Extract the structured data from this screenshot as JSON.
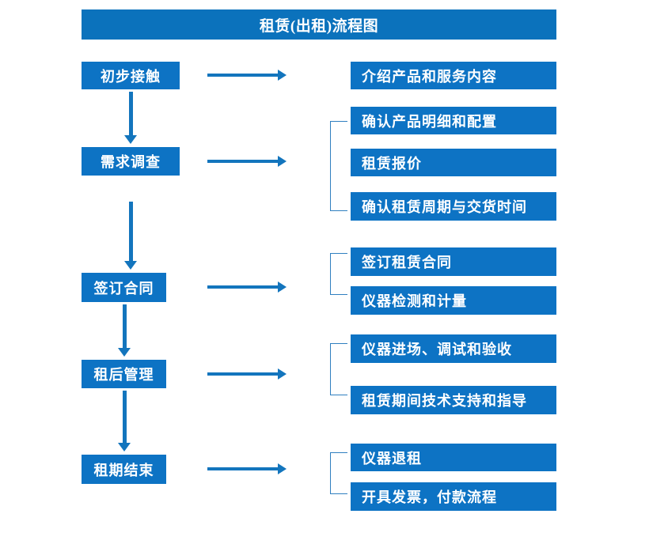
{
  "title": "租赁(出租)流程图",
  "colors": {
    "title_bar": "#0b72bc",
    "box_fill": "#0d73c4",
    "arrow": "#1375bd",
    "bracket": "#2f7fc0",
    "text": "#ffffff",
    "background": "#ffffff"
  },
  "stages": [
    {
      "label": "初步接触"
    },
    {
      "label": "需求调查"
    },
    {
      "label": "签订合同"
    },
    {
      "label": "租后管理"
    },
    {
      "label": "租期结束"
    }
  ],
  "details": [
    {
      "label": "介绍产品和服务内容"
    },
    {
      "label": "确认产品明细和配置"
    },
    {
      "label": "租赁报价"
    },
    {
      "label": "确认租赁周期与交货时间"
    },
    {
      "label": "签订租赁合同"
    },
    {
      "label": "仪器检测和计量"
    },
    {
      "label": "仪器进场、调试和验收"
    },
    {
      "label": "租赁期间技术支持和指导"
    },
    {
      "label": "仪器退租"
    },
    {
      "label": "开具发票，付款流程"
    }
  ]
}
